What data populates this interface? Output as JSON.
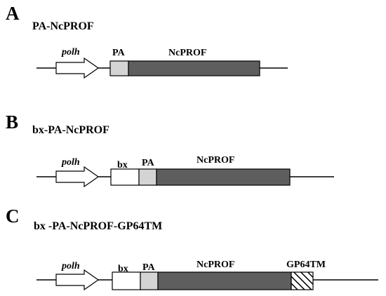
{
  "colors": {
    "pa": "#d4d4d4",
    "ncprof": "#5e5e5e",
    "bx": "#ffffff",
    "arrow": "#ffffff",
    "gp64tm": "hatched"
  },
  "panels": [
    {
      "letter": "A",
      "title": "PA-NcPROF",
      "promoter": "polh",
      "segments": [
        {
          "id": "pa",
          "label": "PA"
        },
        {
          "id": "ncprof",
          "label": "NcPROF"
        }
      ]
    },
    {
      "letter": "B",
      "title": "bx-PA-NcPROF",
      "promoter": "polh",
      "segments": [
        {
          "id": "bx",
          "label": "bx"
        },
        {
          "id": "pa",
          "label": "PA"
        },
        {
          "id": "ncprof",
          "label": "NcPROF"
        }
      ]
    },
    {
      "letter": "C",
      "title": "bx -PA-NcPROF-GP64TM",
      "promoter": "polh",
      "segments": [
        {
          "id": "bx",
          "label": "bx"
        },
        {
          "id": "pa",
          "label": "PA"
        },
        {
          "id": "ncprof",
          "label": "NcPROF"
        },
        {
          "id": "gp64tm",
          "label": "GP64TM"
        }
      ]
    }
  ]
}
